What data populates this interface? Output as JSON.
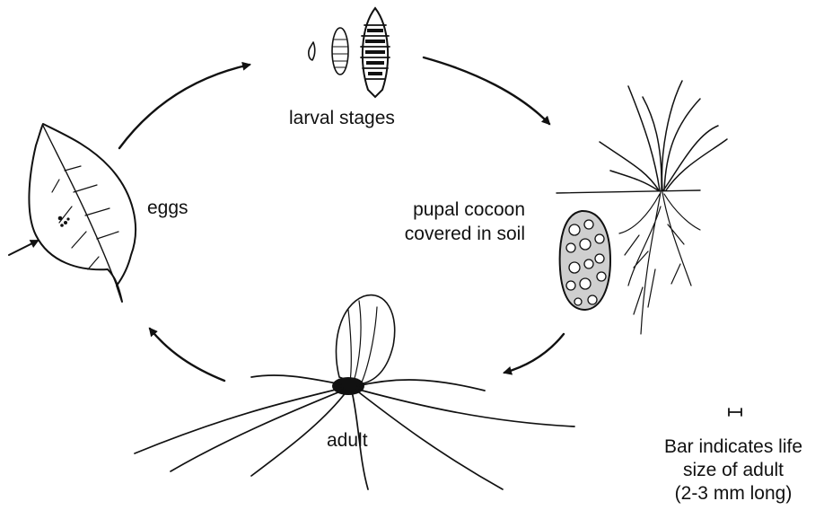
{
  "labels": {
    "larval": "larval stages",
    "eggs": "eggs",
    "pupal_line1": "pupal cocoon",
    "pupal_line2": "covered in soil",
    "adult": "adult"
  },
  "scale_note": {
    "line1": "Bar indicates life",
    "line2": "size of adult",
    "line3": "(2-3 mm long)"
  },
  "icons": [
    "leaf-with-eggs",
    "larva",
    "grass-plant",
    "pupal-cocoon",
    "adult-fly",
    "scale-bar",
    "cycle-arrow"
  ]
}
